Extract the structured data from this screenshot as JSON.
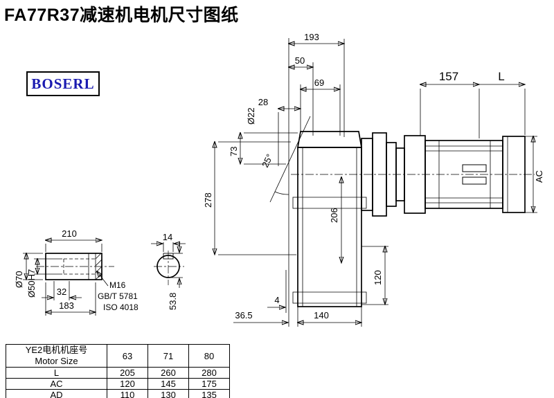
{
  "page": {
    "title": "FA77R37减速机电机尺寸图纸",
    "logo": "BOSERL",
    "logo_color": "#1a1ab0",
    "line_color": "#000000"
  },
  "dims": {
    "d193": "193",
    "d50": "50",
    "d69": "69",
    "d28": "28",
    "d22": "Ø22",
    "d73": "73",
    "d25": "25°",
    "d278": "278",
    "d157": "157",
    "dL": "L",
    "dAC": "AC",
    "d206": "206",
    "d120": "120",
    "d4": "4",
    "d365": "36.5",
    "d140": "140",
    "d210": "210",
    "d14": "14",
    "d70": "Ø70",
    "d50h7": "Ø50H7",
    "d32": "32",
    "d183": "183",
    "m16": "M16",
    "gbt": "GB/T 5781",
    "iso": "ISO 4018",
    "d538": "53.8"
  },
  "table": {
    "header": {
      "line1": "YE2电机机座号",
      "line2": "Motor Size",
      "cols": [
        "63",
        "71",
        "80"
      ]
    },
    "rows": [
      {
        "label": "L",
        "v": [
          "205",
          "260",
          "280"
        ]
      },
      {
        "label": "AC",
        "v": [
          "120",
          "145",
          "175"
        ]
      },
      {
        "label": "AD",
        "v": [
          "110",
          "130",
          "135"
        ]
      }
    ]
  }
}
